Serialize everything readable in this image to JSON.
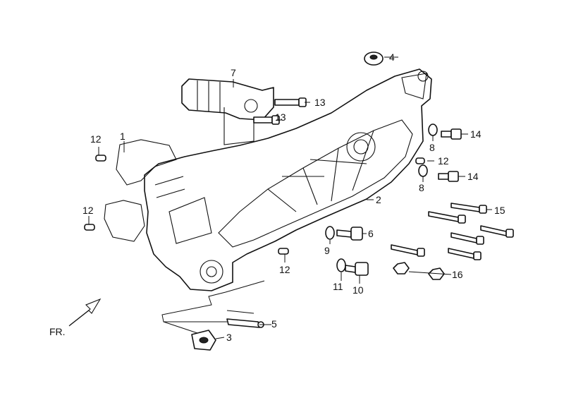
{
  "callouts": {
    "c1": "1",
    "c2": "2",
    "c3": "3",
    "c4": "4",
    "c5": "5",
    "c6": "6",
    "c7": "7",
    "c8a": "8",
    "c8b": "8",
    "c9": "9",
    "c10": "10",
    "c11": "11",
    "c12a": "12",
    "c12b": "12",
    "c12c": "12",
    "c12d": "12",
    "c13a": "13",
    "c13b": "13",
    "c14a": "14",
    "c14b": "14",
    "c15": "15",
    "c16": "16"
  },
  "direction_label": "FR."
}
